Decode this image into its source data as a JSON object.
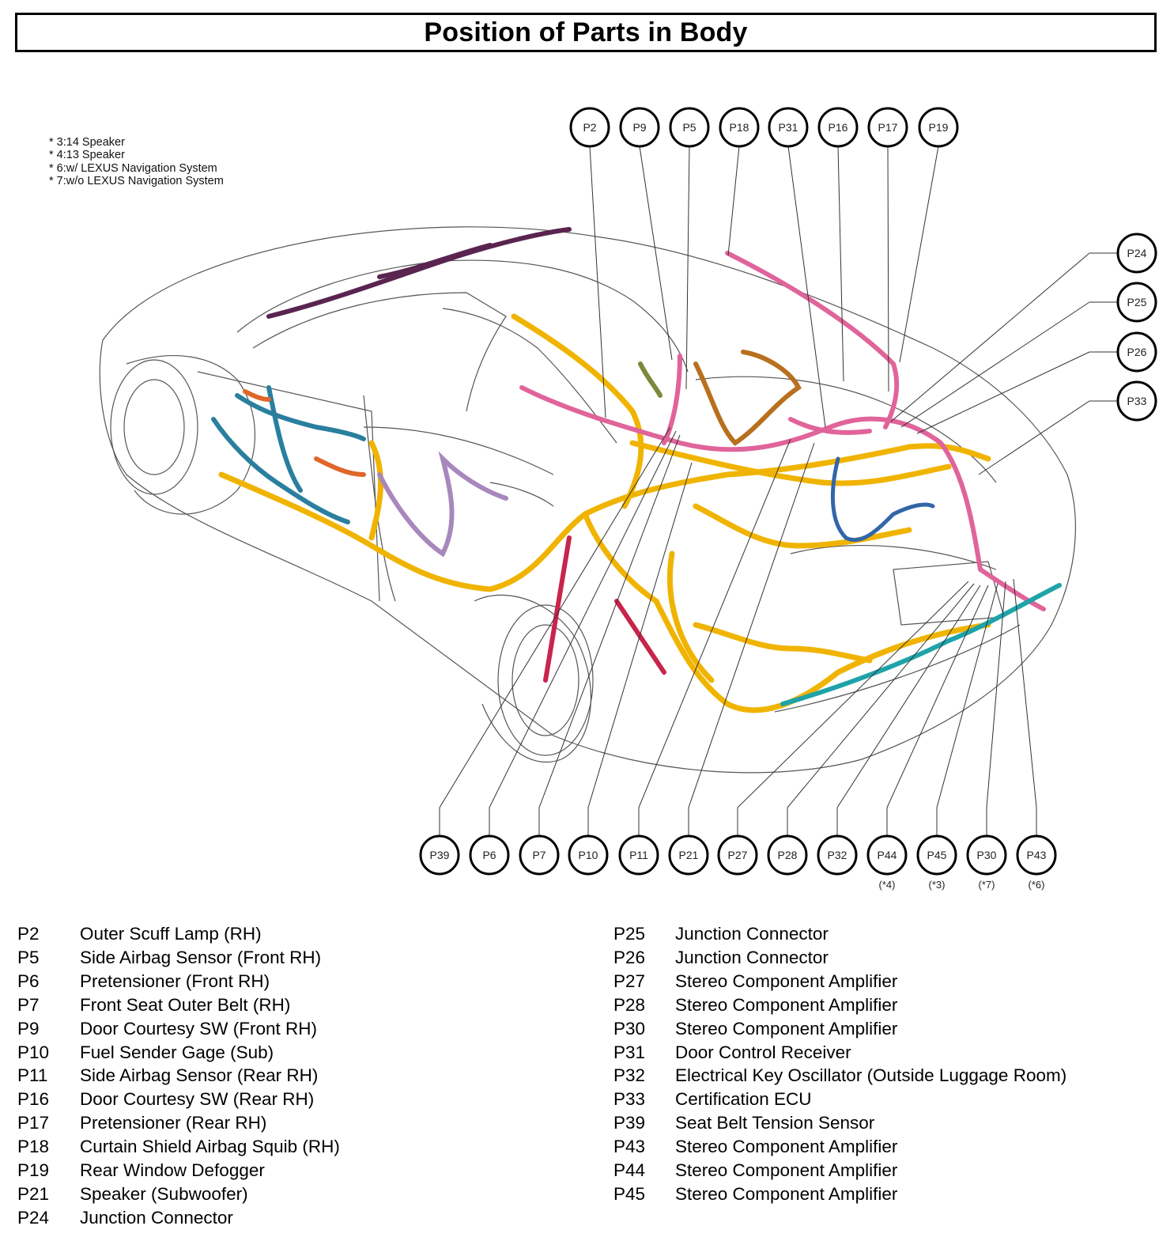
{
  "title": "Position of Parts in Body",
  "notes": [
    "* 3:14 Speaker",
    "* 4:13 Speaker",
    "* 6:w/ LEXUS Navigation System",
    "* 7:w/o LEXUS Navigation System"
  ],
  "callouts_top": [
    {
      "label": "P2"
    },
    {
      "label": "P9"
    },
    {
      "label": "P5"
    },
    {
      "label": "P18"
    },
    {
      "label": "P31"
    },
    {
      "label": "P16"
    },
    {
      "label": "P17"
    },
    {
      "label": "P19"
    }
  ],
  "callouts_right": [
    {
      "label": "P24"
    },
    {
      "label": "P25"
    },
    {
      "label": "P26"
    },
    {
      "label": "P33"
    }
  ],
  "callouts_bottom": [
    {
      "label": "P39",
      "note": ""
    },
    {
      "label": "P6",
      "note": ""
    },
    {
      "label": "P7",
      "note": ""
    },
    {
      "label": "P10",
      "note": ""
    },
    {
      "label": "P11",
      "note": ""
    },
    {
      "label": "P21",
      "note": ""
    },
    {
      "label": "P27",
      "note": ""
    },
    {
      "label": "P28",
      "note": ""
    },
    {
      "label": "P32",
      "note": ""
    },
    {
      "label": "P44",
      "note": "(*4)"
    },
    {
      "label": "P45",
      "note": "(*3)"
    },
    {
      "label": "P30",
      "note": "(*7)"
    },
    {
      "label": "P43",
      "note": "(*6)"
    }
  ],
  "legend_left": [
    {
      "code": "P2",
      "name": "Outer Scuff Lamp (RH)"
    },
    {
      "code": "P5",
      "name": "Side Airbag Sensor (Front RH)"
    },
    {
      "code": "P6",
      "name": "Pretensioner (Front RH)"
    },
    {
      "code": "P7",
      "name": "Front Seat Outer Belt (RH)"
    },
    {
      "code": "P9",
      "name": "Door Courtesy SW (Front RH)"
    },
    {
      "code": "P10",
      "name": "Fuel Sender Gage (Sub)"
    },
    {
      "code": "P11",
      "name": "Side Airbag Sensor (Rear RH)"
    },
    {
      "code": "P16",
      "name": "Door Courtesy SW (Rear RH)"
    },
    {
      "code": "P17",
      "name": "Pretensioner (Rear RH)"
    },
    {
      "code": "P18",
      "name": "Curtain Shield Airbag Squib (RH)"
    },
    {
      "code": "P19",
      "name": "Rear Window Defogger"
    },
    {
      "code": "P21",
      "name": "Speaker (Subwoofer)"
    },
    {
      "code": "P24",
      "name": "Junction Connector"
    }
  ],
  "legend_right": [
    {
      "code": "P25",
      "name": "Junction Connector"
    },
    {
      "code": "P26",
      "name": "Junction Connector"
    },
    {
      "code": "P27",
      "name": "Stereo Component Amplifier"
    },
    {
      "code": "P28",
      "name": "Stereo Component Amplifier"
    },
    {
      "code": "P30",
      "name": "Stereo Component Amplifier"
    },
    {
      "code": "P31",
      "name": "Door Control Receiver"
    },
    {
      "code": "P32",
      "name": "Electrical Key Oscillator (Outside Luggage Room)"
    },
    {
      "code": "P33",
      "name": "Certification ECU"
    },
    {
      "code": "P39",
      "name": "Seat Belt Tension Sensor"
    },
    {
      "code": "P43",
      "name": "Stereo Component Amplifier"
    },
    {
      "code": "P44",
      "name": "Stereo Component Amplifier"
    },
    {
      "code": "P45",
      "name": "Stereo Component Amplifier"
    }
  ],
  "harness_colors": {
    "yellow": "#f0b400",
    "pink": "#e0649a",
    "teal": "#2a7f9e",
    "purple": "#5a2450",
    "lilac": "#a888bc",
    "brown": "#b8701e",
    "crimson": "#c8244c",
    "cyan": "#1ea3a8",
    "blue": "#3366a8",
    "olive": "#7a8a3a",
    "orange": "#e0662a"
  }
}
